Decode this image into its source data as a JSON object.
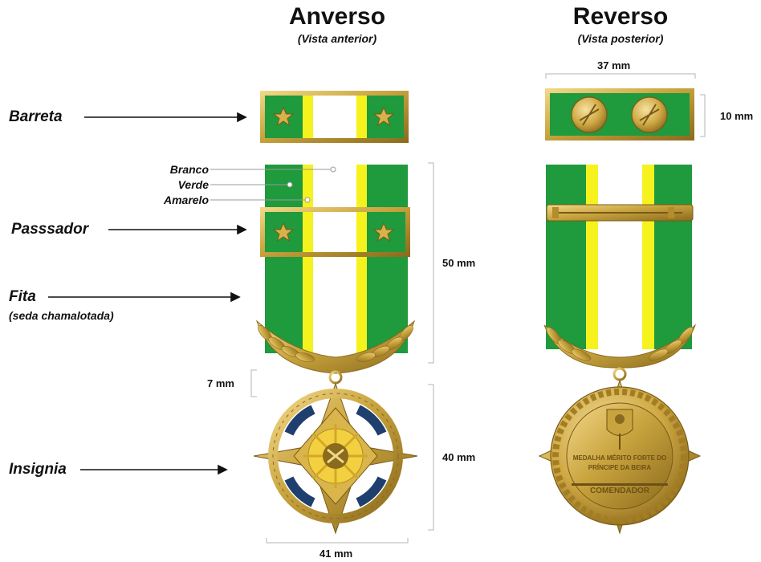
{
  "views": {
    "front": {
      "title": "Anverso",
      "subtitle": "(Vista anterior)"
    },
    "back": {
      "title": "Reverso",
      "subtitle": "(Vista posterior)"
    }
  },
  "parts": {
    "barreta": "Barreta",
    "passador": "Passsador",
    "fita": "Fita",
    "fita_note": "(seda chamalotada)",
    "insignia": "Insignia"
  },
  "colors": {
    "labels": [
      "Branco",
      "Verde",
      "Amarelo"
    ],
    "green": "#1f9a3c",
    "yellow": "#f5f21e",
    "white": "#ffffff",
    "gold": "#c9a43e",
    "gold_dark": "#8a6a1d",
    "navy": "#1f3f6e"
  },
  "dimensions": {
    "ribbon_bar_width": "37 mm",
    "ribbon_bar_height": "10 mm",
    "ribbon_length": "50 mm",
    "suspension_gap": "7 mm",
    "insignia_height": "40 mm",
    "insignia_width": "41 mm"
  },
  "reverse_inscription": {
    "line1": "MEDALHA MÉRITO FORTE DO",
    "line2": "PRÍNCIPE DA BEIRA",
    "rank": "COMENDADOR"
  }
}
